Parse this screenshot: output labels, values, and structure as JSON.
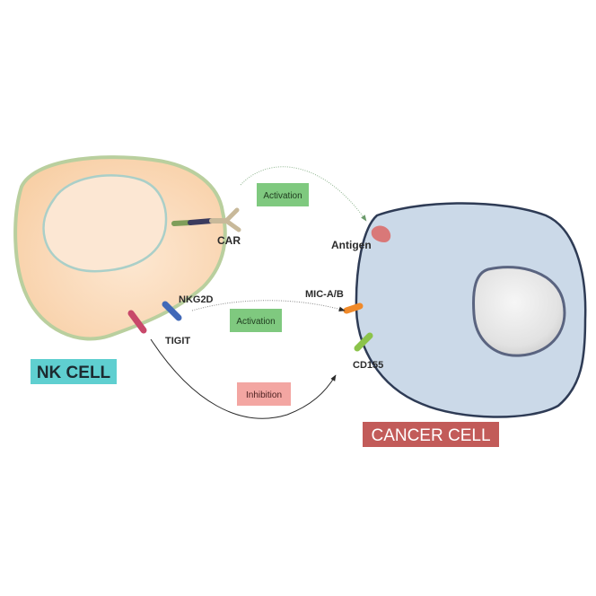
{
  "cells": {
    "nk": {
      "title": "NK CELL",
      "badge_color": "#5fcfd0"
    },
    "cancer": {
      "title": "CANCER CELL",
      "badge_color": "#c25b59"
    }
  },
  "receptors": {
    "car": "CAR",
    "nkg2d": "NKG2D",
    "tigit": "TIGIT"
  },
  "ligands": {
    "antigen": "Antigen",
    "mic": "MIC-A/B",
    "cd155": "CD155"
  },
  "signals": {
    "activation_car": {
      "label": "Activation",
      "color": "#7fc97f"
    },
    "activation_nkg2d": {
      "label": "Activation",
      "color": "#7fc97f"
    },
    "inhibition": {
      "label": "Inhibition",
      "color": "#f3a6a2"
    }
  },
  "colors": {
    "nk_body": "#fbdcbd",
    "nk_outline": "#b9cf9e",
    "cancer_body": "#cbd9e8",
    "cancer_outline": "#2e3b55",
    "nucleus": "#dcdcdc",
    "car": "#c8b99a",
    "nkg2d": "#4169b8",
    "tigit": "#c8486a",
    "antigen": "#d97878",
    "mic": "#f08a2a",
    "cd155": "#8bc34a"
  }
}
